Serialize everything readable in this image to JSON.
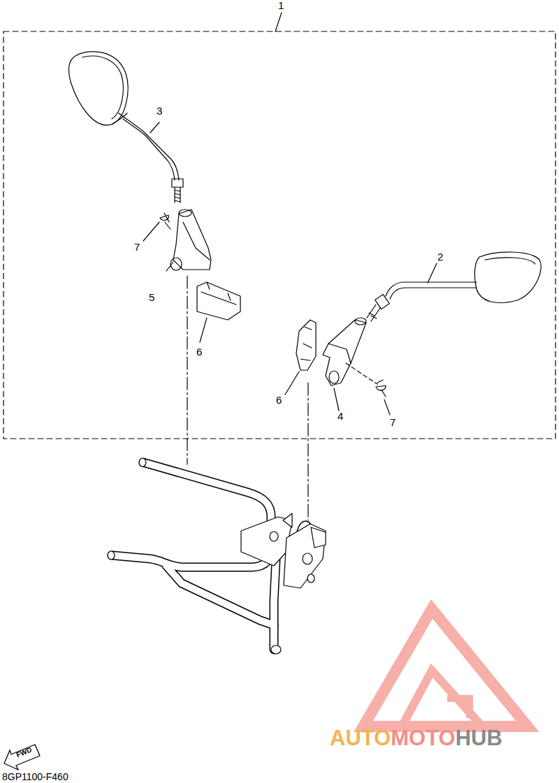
{
  "diagram": {
    "labels": [
      "1",
      "3",
      "7",
      "5",
      "6",
      "2",
      "6",
      "4",
      "7",
      "FWD",
      "8GP1100-F460",
      "AUTO",
      "MOTO",
      "HUB"
    ]
  }
}
